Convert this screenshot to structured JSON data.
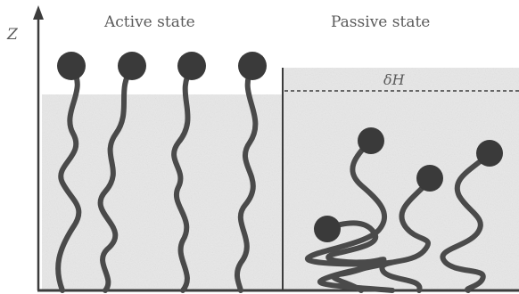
{
  "axis": {
    "label": "Z"
  },
  "panels": {
    "active": {
      "title": "Active state"
    },
    "passive": {
      "title": "Passive state",
      "thickness_label": "δH"
    }
  },
  "colors": {
    "background": "#ffffff",
    "medium": "#e6e6e6",
    "polymer": "#4a4a4a",
    "head": "#3a3a3a",
    "axis": "#3c3c3c",
    "text": "#5a5a5a"
  }
}
